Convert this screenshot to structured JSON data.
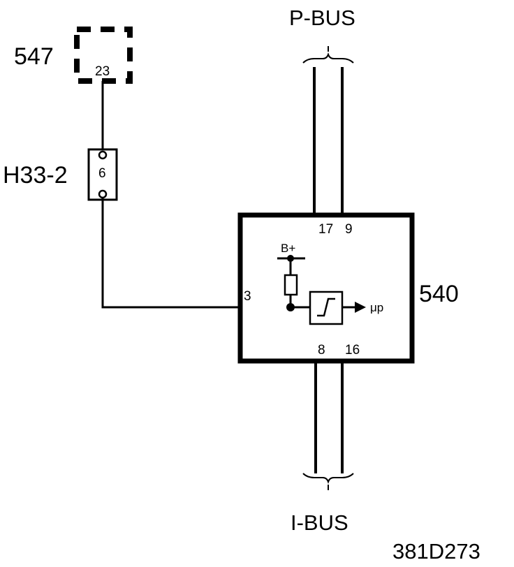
{
  "component_547": {
    "label": "547",
    "pin": "23"
  },
  "connector": {
    "label": "H33-2",
    "pin": "6"
  },
  "module_540": {
    "label": "540",
    "pin_input": "3",
    "pins_top": [
      "17",
      "9"
    ],
    "pins_bottom": [
      "8",
      "16"
    ],
    "supply": "B+",
    "output": "μp"
  },
  "bus_top": {
    "label": "P-BUS"
  },
  "bus_bottom": {
    "label": "I-BUS"
  },
  "diagram_id": "381D273"
}
